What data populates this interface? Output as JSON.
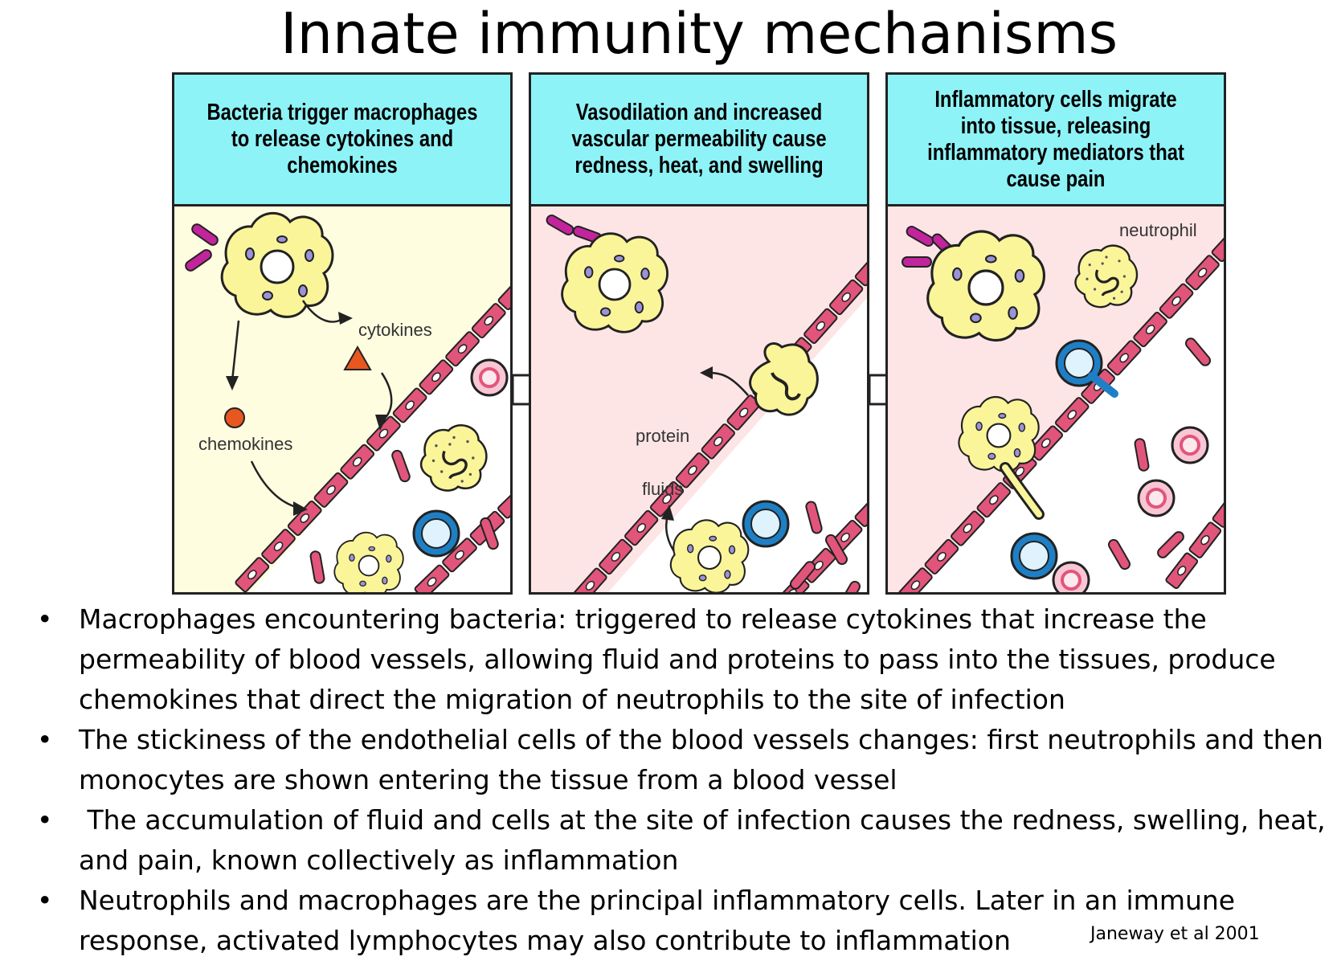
{
  "title": "Innate immunity mechanisms",
  "panels": [
    {
      "caption": "Bacteria trigger macrophages to release cytokines and chemokines",
      "labels": {
        "cytokines": "cytokines",
        "chemokines": "chemokines"
      }
    },
    {
      "caption": "Vasodilation and increased vascular permeability cause redness, heat, and swelling",
      "labels": {
        "protein": "protein",
        "fluids": "fluids"
      }
    },
    {
      "caption": "Inflammatory cells migrate into tissue, releasing inflammatory mediators that cause pain",
      "labels": {
        "neutrophil": "neutrophil"
      }
    }
  ],
  "bullet_symbol": "•",
  "bullets": [
    "Macrophages encountering bacteria: triggered to release cytokines that increase the permeability of blood vessels, allowing fluid and proteins to pass into the tissues, produce chemokines that direct the migration of neutrophils to the site of infection",
    "The stickiness of the endothelial cells of the blood vessels changes: first neutrophils and then monocytes are shown entering the tissue from a blood vessel",
    " The accumulation of fluid and cells at the site of infection causes the redness, swelling, heat, and pain, known collectively as inflammation",
    "Neutrophils and macrophages are the principal inflammatory cells. Later in an immune response, activated lymphocytes may also contribute to inflammation"
  ],
  "citation": "Janeway et al 2001",
  "colors": {
    "header": "#8ef3f7",
    "tissue_1": "#fffde0",
    "tissue_2": "#fde5e6",
    "vessel": "#e2557a",
    "bacteria": "#c2249c",
    "macrophage": "#fbf59a",
    "lymphocyte": "#1f7fc4"
  }
}
